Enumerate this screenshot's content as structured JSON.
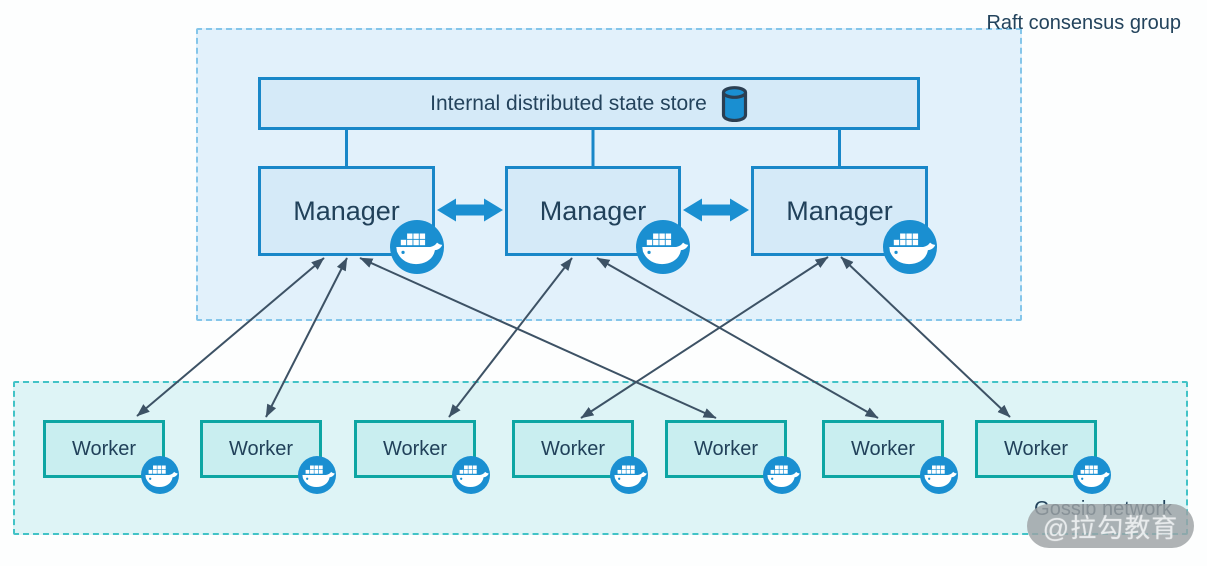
{
  "diagram": {
    "raft_group": {
      "label": "Raft consensus group"
    },
    "state_store": {
      "label": "Internal distributed state store",
      "icon": "database-cylinder-icon"
    },
    "managers": [
      {
        "label": "Manager"
      },
      {
        "label": "Manager"
      },
      {
        "label": "Manager"
      }
    ],
    "workers": [
      {
        "label": "Worker"
      },
      {
        "label": "Worker"
      },
      {
        "label": "Worker"
      },
      {
        "label": "Worker"
      },
      {
        "label": "Worker"
      },
      {
        "label": "Worker"
      },
      {
        "label": "Worker"
      }
    ],
    "gossip_group": {
      "label": "Gossip network"
    },
    "watermark": {
      "label": "@拉勾教育"
    },
    "connections": {
      "store_to_managers": [
        0,
        1,
        2
      ],
      "manager_to_manager": [
        [
          0,
          1
        ],
        [
          1,
          2
        ]
      ],
      "manager_to_worker": [
        [
          0,
          0
        ],
        [
          0,
          1
        ],
        [
          0,
          4
        ],
        [
          1,
          2
        ],
        [
          1,
          5
        ],
        [
          2,
          3
        ],
        [
          2,
          6
        ]
      ]
    },
    "colors": {
      "docker_blue": "#1a8fd1",
      "blue_box_fill": "#d5eaf8",
      "blue_box_border": "#1987c8",
      "raft_fill": "#e2f1fb",
      "raft_border": "#85c6ea",
      "worker_fill": "#c9eef0",
      "worker_border": "#0da5a3",
      "gossip_fill": "#def4f6",
      "gossip_border": "#42c3c7",
      "thin_arrow": "#3d5265",
      "label_navy": "#23435c"
    }
  }
}
